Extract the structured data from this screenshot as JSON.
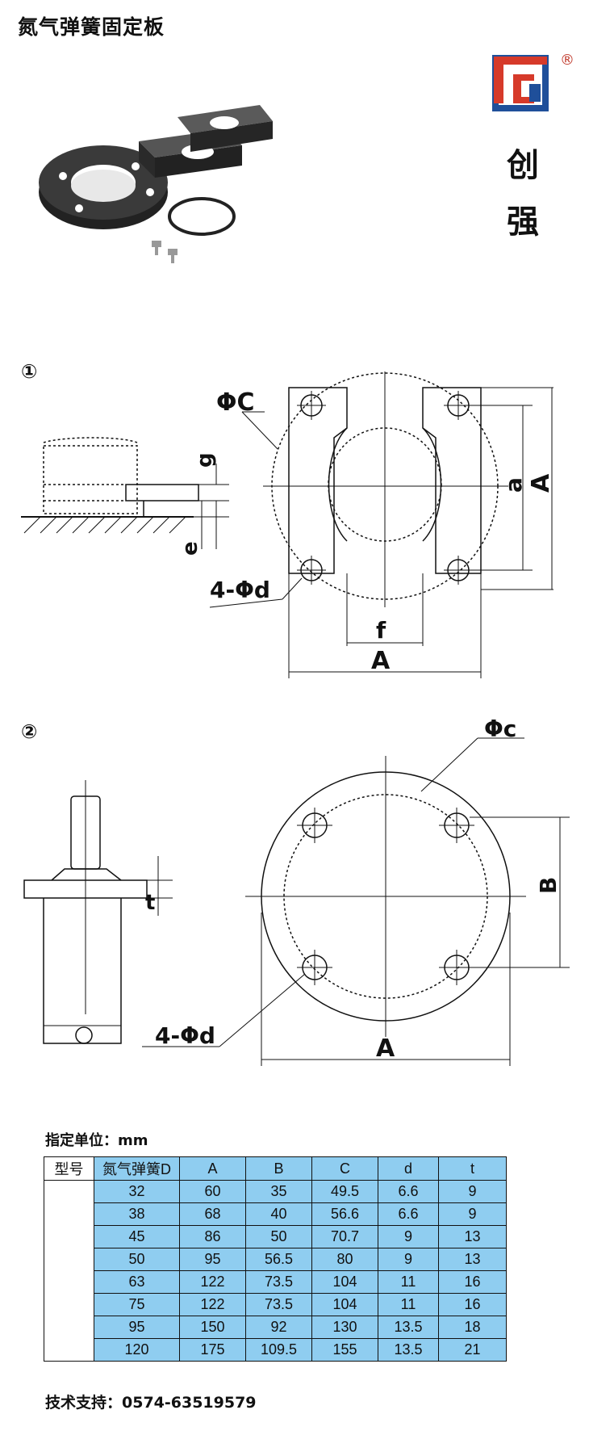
{
  "title": "氮气弹簧固定板",
  "brand": {
    "chars": [
      "创",
      "强"
    ],
    "registered": "®"
  },
  "diagram1": {
    "number": "①",
    "labels": {
      "phiC": "ΦC",
      "g": "g",
      "e": "e",
      "a": "a",
      "A_right": "A",
      "holes": "4-Φd",
      "f": "f",
      "A_bottom": "A"
    }
  },
  "diagram2": {
    "number": "②",
    "labels": {
      "phic": "Φc",
      "B": "B",
      "t": "t",
      "holes": "4-Φd",
      "A": "A"
    }
  },
  "unit_label": "指定单位：mm",
  "table": {
    "headers": [
      "型号",
      "氮气弹簧D",
      "A",
      "B",
      "C",
      "d",
      "t"
    ],
    "rows": [
      [
        "32",
        "60",
        "35",
        "49.5",
        "6.6",
        "9"
      ],
      [
        "38",
        "68",
        "40",
        "56.6",
        "6.6",
        "9"
      ],
      [
        "45",
        "86",
        "50",
        "70.7",
        "9",
        "13"
      ],
      [
        "50",
        "95",
        "56.5",
        "80",
        "9",
        "13"
      ],
      [
        "63",
        "122",
        "73.5",
        "104",
        "11",
        "16"
      ],
      [
        "75",
        "122",
        "73.5",
        "104",
        "11",
        "16"
      ],
      [
        "95",
        "150",
        "92",
        "130",
        "13.5",
        "18"
      ],
      [
        "120",
        "175",
        "109.5",
        "155",
        "13.5",
        "21"
      ]
    ]
  },
  "support": "技术支持：0574-63519579",
  "colors": {
    "table_fill": "#8fcdf0",
    "logo_red": "#d63a2a",
    "logo_blue": "#1f4f9a"
  }
}
